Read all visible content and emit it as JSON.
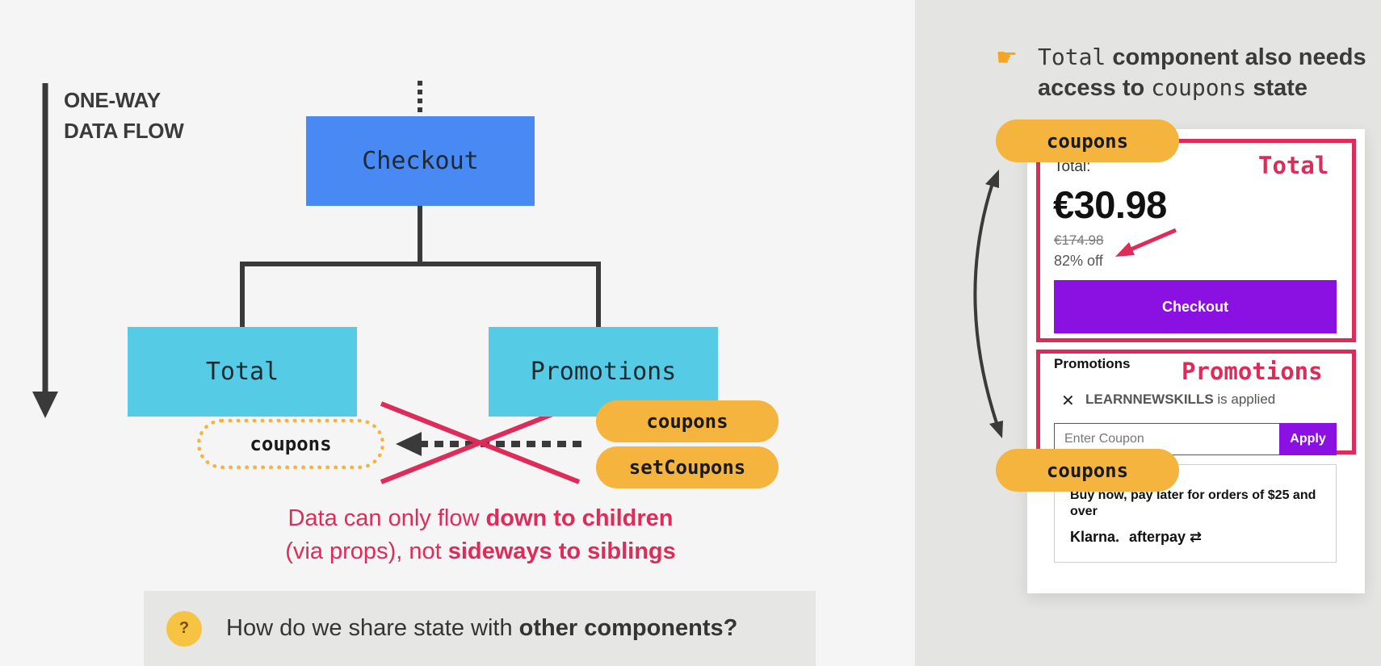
{
  "diagram": {
    "flow_label_line1": "ONE-WAY",
    "flow_label_line2": "DATA FLOW",
    "nodes": {
      "checkout": "Checkout",
      "total": "Total",
      "promotions": "Promotions"
    },
    "coupons_target": "coupons",
    "state_pills": [
      "coupons",
      "setCoupons"
    ],
    "caption": {
      "line1_prefix": "Data can only flow ",
      "line1_bold": "down to children",
      "line2_prefix": "(via props), not ",
      "line2_bold": "sideways to siblings"
    },
    "question": {
      "emoji_name": "thinking-face-icon",
      "prefix": "How do we share state with ",
      "bold": "other components?"
    },
    "colors": {
      "parent_node": "#4889f4",
      "child_node": "#55cbe5",
      "state_pill": "#f4b43e",
      "accent_red": "#de2c5a"
    }
  },
  "right_panel": {
    "note": {
      "pointer_icon": "pointing-hand-icon",
      "code1": "Total",
      "text1": " component also needs",
      "text2": "access to ",
      "code2": "coupons",
      "text3": " state"
    },
    "pill_top": "coupons",
    "pill_bottom": "coupons",
    "total_box": {
      "frame_label": "Total",
      "small_label": "Total:",
      "price": "€30.98",
      "old_price": "€174.98",
      "discount": "82% off",
      "checkout_button": "Checkout"
    },
    "promotions_box": {
      "frame_label": "Promotions",
      "title": "Promotions",
      "applied_code": "LEARNNEWSKILLS",
      "applied_suffix": " is applied",
      "input_placeholder": "Enter Coupon",
      "apply_button": "Apply"
    },
    "bnpl": {
      "text": "Buy now, pay later for orders of $25 and over",
      "klarna": "Klarna.",
      "afterpay": "afterpay"
    },
    "colors": {
      "button_purple": "#8a11e1",
      "frame_red": "#de2c5a"
    }
  }
}
